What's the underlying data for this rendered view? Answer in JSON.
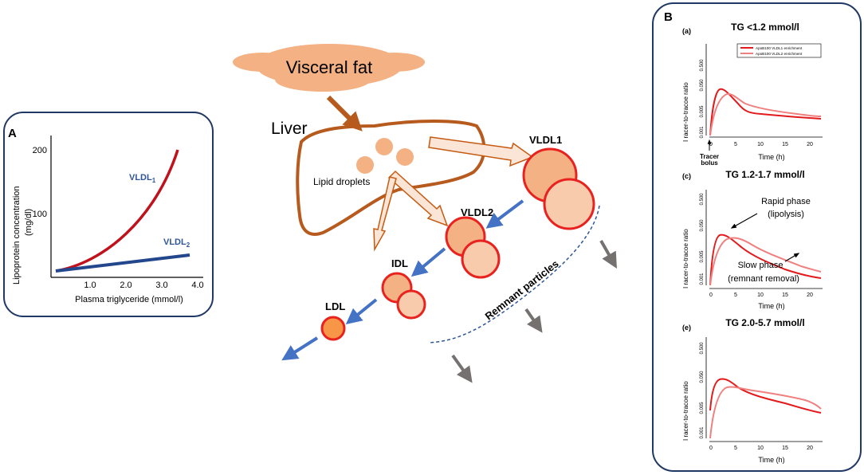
{
  "panelA": {
    "letter": "A",
    "ylabel_line1": "Lipoprotein concentration",
    "ylabel_line2": "(mg/dl)",
    "xlabel": "Plasma triglyceride (mmol/l)",
    "yticks": [
      "200",
      "100"
    ],
    "xticks": [
      "1.0",
      "2.0",
      "3.0",
      "4.0"
    ],
    "vldl1_label": "VLDL",
    "vldl1_sub": "1",
    "vldl2_label": "VLDL",
    "vldl2_sub": "2",
    "colors": {
      "vldl1": "#c0121c",
      "vldl2": "#23478c"
    }
  },
  "scheme": {
    "visceral_fat": "Visceral fat",
    "liver": "Liver",
    "lipid_droplets": "Lipid droplets",
    "vldl1": "VLDL1",
    "vldl2": "VLDL2",
    "idl": "IDL",
    "ldl": "LDL",
    "remnant": "Remnant particles",
    "colors": {
      "liver": "#b75a1e",
      "fat": "#f4b183",
      "particle_edge": "#e8221e",
      "arrow_blue": "#4472c4",
      "arrow_gray": "#767171"
    }
  },
  "panelB": {
    "letter": "B",
    "tracer_bolus_line1": "Tracer",
    "tracer_bolus_line2": "bolus",
    "rapid_phase_line1": "Rapid phase",
    "rapid_phase_line2": "(lipolysis)",
    "slow_phase_line1": "Slow phase",
    "slow_phase_line2": "(remnant removal)",
    "legend": [
      "ApoB100 VLDL1 enrichment",
      "ApoB100 VLDL2 enrichment"
    ],
    "colors": {
      "vldl1": "#e31a1c",
      "vldl2": "#f08080"
    },
    "plots": [
      {
        "tag": "(a)",
        "title": "TG <1.2 mmol/l",
        "ylabel": "I racer-to-tracoe ratio",
        "xlabel": "Time (h)",
        "yticks": [
          "0.500",
          "0.050",
          "0.005",
          "0.001"
        ],
        "xticks": [
          "0",
          "5",
          "10",
          "15",
          "20"
        ]
      },
      {
        "tag": "(c)",
        "title": "TG 1.2-1.7 mmol/l",
        "ylabel": "I racer-to-tracoe ratio",
        "xlabel": "Time (h)",
        "yticks": [
          "0.500",
          "0.050",
          "0.005",
          "0.001"
        ],
        "xticks": [
          "0",
          "5",
          "10",
          "15",
          "20"
        ]
      },
      {
        "tag": "(e)",
        "title": "TG 2.0-5.7 mmol/l",
        "ylabel": "I racer-to-tracoe ratio",
        "xlabel": "Time (h)",
        "yticks": [
          "0.500",
          "0.050",
          "0.005",
          "0.001"
        ],
        "xticks": [
          "0",
          "5",
          "10",
          "15",
          "20"
        ]
      }
    ]
  }
}
